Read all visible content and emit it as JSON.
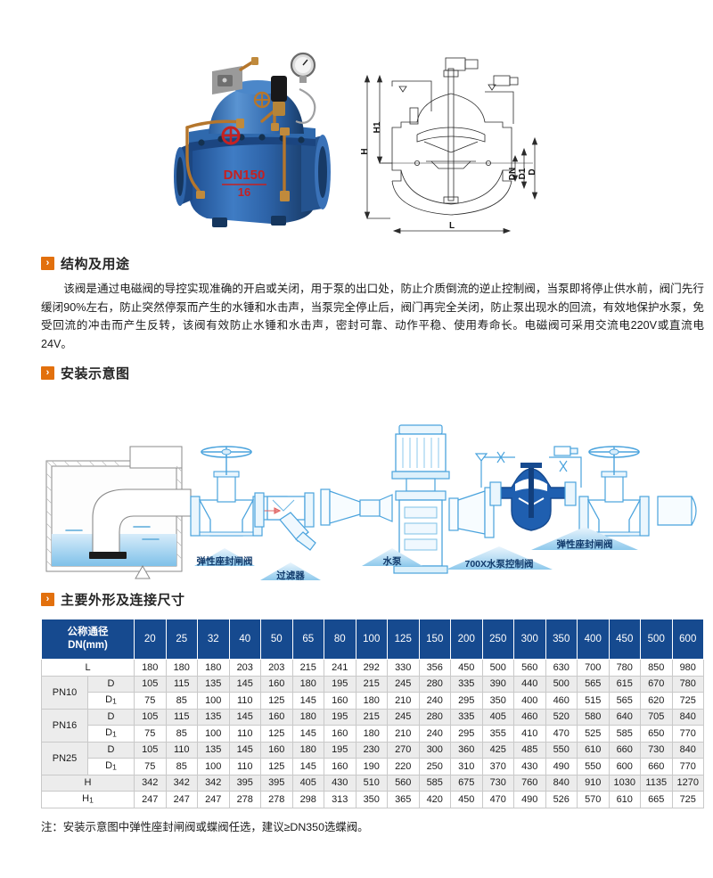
{
  "figures": {
    "photo": {
      "name": "700X pump control valve product photo",
      "body_marking_line1": "DN150",
      "body_marking_line2": "16"
    },
    "drawing": {
      "name": "valve cross-section dimension drawing",
      "labels": [
        "H",
        "H1",
        "L",
        "D",
        "D1",
        "DN"
      ]
    }
  },
  "sections": {
    "structure": {
      "marker": "›",
      "title": "结构及用途",
      "paragraph": "该阀是通过电磁阀的导控实现准确的开启或关闭，用于泵的出口处，防止介质倒流的逆止控制阀，当泵即将停止供水前，阀门先行缓闭90%左右，防止突然停泵而产生的水锤和水击声，当泵完全停止后，阀门再完全关闭，防止泵出现水的回流，有效地保护水泵，免受回流的冲击而产生反转，该阀有效防止水锤和水击声，密封可靠、动作平稳、使用寿命长。电磁阀可采用交流电220V或直流电24V。"
    },
    "installation": {
      "marker": "›",
      "title": "安装示意图",
      "labels": [
        "弹性座封闸阀",
        "过滤器",
        "水泵",
        "700X水泵控制阀",
        "弹性座封闸阀"
      ]
    },
    "dimensions": {
      "marker": "›",
      "title": "主要外形及连接尺寸",
      "note": "注：安装示意图中弹性座封闸阀或蝶阀任选，建议≥DN350选蝶阀。"
    }
  },
  "table": {
    "corner_header_line1": "公称通径",
    "corner_header_line2": "DN(mm)",
    "columns": [
      "20",
      "25",
      "32",
      "40",
      "50",
      "65",
      "80",
      "100",
      "125",
      "150",
      "200",
      "250",
      "300",
      "350",
      "400",
      "450",
      "500",
      "600"
    ],
    "rows": [
      {
        "group": "",
        "label": "L",
        "label_sub": "",
        "values": [
          "180",
          "180",
          "180",
          "203",
          "203",
          "215",
          "241",
          "292",
          "330",
          "356",
          "450",
          "500",
          "560",
          "630",
          "700",
          "780",
          "850",
          "980"
        ]
      },
      {
        "group": "PN10",
        "label": "D",
        "label_sub": "",
        "values": [
          "105",
          "115",
          "135",
          "145",
          "160",
          "180",
          "195",
          "215",
          "245",
          "280",
          "335",
          "390",
          "440",
          "500",
          "565",
          "615",
          "670",
          "780"
        ]
      },
      {
        "group": "PN10",
        "label": "D",
        "label_sub": "1",
        "values": [
          "75",
          "85",
          "100",
          "110",
          "125",
          "145",
          "160",
          "180",
          "210",
          "240",
          "295",
          "350",
          "400",
          "460",
          "515",
          "565",
          "620",
          "725"
        ]
      },
      {
        "group": "PN16",
        "label": "D",
        "label_sub": "",
        "values": [
          "105",
          "115",
          "135",
          "145",
          "160",
          "180",
          "195",
          "215",
          "245",
          "280",
          "335",
          "405",
          "460",
          "520",
          "580",
          "640",
          "705",
          "840"
        ]
      },
      {
        "group": "PN16",
        "label": "D",
        "label_sub": "1",
        "values": [
          "75",
          "85",
          "100",
          "110",
          "125",
          "145",
          "160",
          "180",
          "210",
          "240",
          "295",
          "355",
          "410",
          "470",
          "525",
          "585",
          "650",
          "770"
        ]
      },
      {
        "group": "PN25",
        "label": "D",
        "label_sub": "",
        "values": [
          "105",
          "110",
          "135",
          "145",
          "160",
          "180",
          "195",
          "230",
          "270",
          "300",
          "360",
          "425",
          "485",
          "550",
          "610",
          "660",
          "730",
          "840"
        ]
      },
      {
        "group": "PN25",
        "label": "D",
        "label_sub": "1",
        "values": [
          "75",
          "85",
          "100",
          "110",
          "125",
          "145",
          "160",
          "190",
          "220",
          "250",
          "310",
          "370",
          "430",
          "490",
          "550",
          "600",
          "660",
          "770"
        ]
      },
      {
        "group": "",
        "label": "H",
        "label_sub": "",
        "values": [
          "342",
          "342",
          "342",
          "395",
          "395",
          "405",
          "430",
          "510",
          "560",
          "585",
          "675",
          "730",
          "760",
          "840",
          "910",
          "1030",
          "1135",
          "1270"
        ]
      },
      {
        "group": "",
        "label": "H",
        "label_sub": "1",
        "values": [
          "247",
          "247",
          "247",
          "278",
          "278",
          "298",
          "313",
          "350",
          "365",
          "420",
          "450",
          "470",
          "490",
          "526",
          "570",
          "610",
          "665",
          "725"
        ]
      }
    ]
  },
  "colors": {
    "marker_orange": "#e2700d",
    "table_header_blue": "#164a8f",
    "row_alt_gray": "#ececec",
    "diagram_blue": "#1f7fd0",
    "diagram_light_blue": "#9fd2f0",
    "valve_body_blue": "#2a62ad",
    "label_banner_blue": "#bfe0f5"
  }
}
